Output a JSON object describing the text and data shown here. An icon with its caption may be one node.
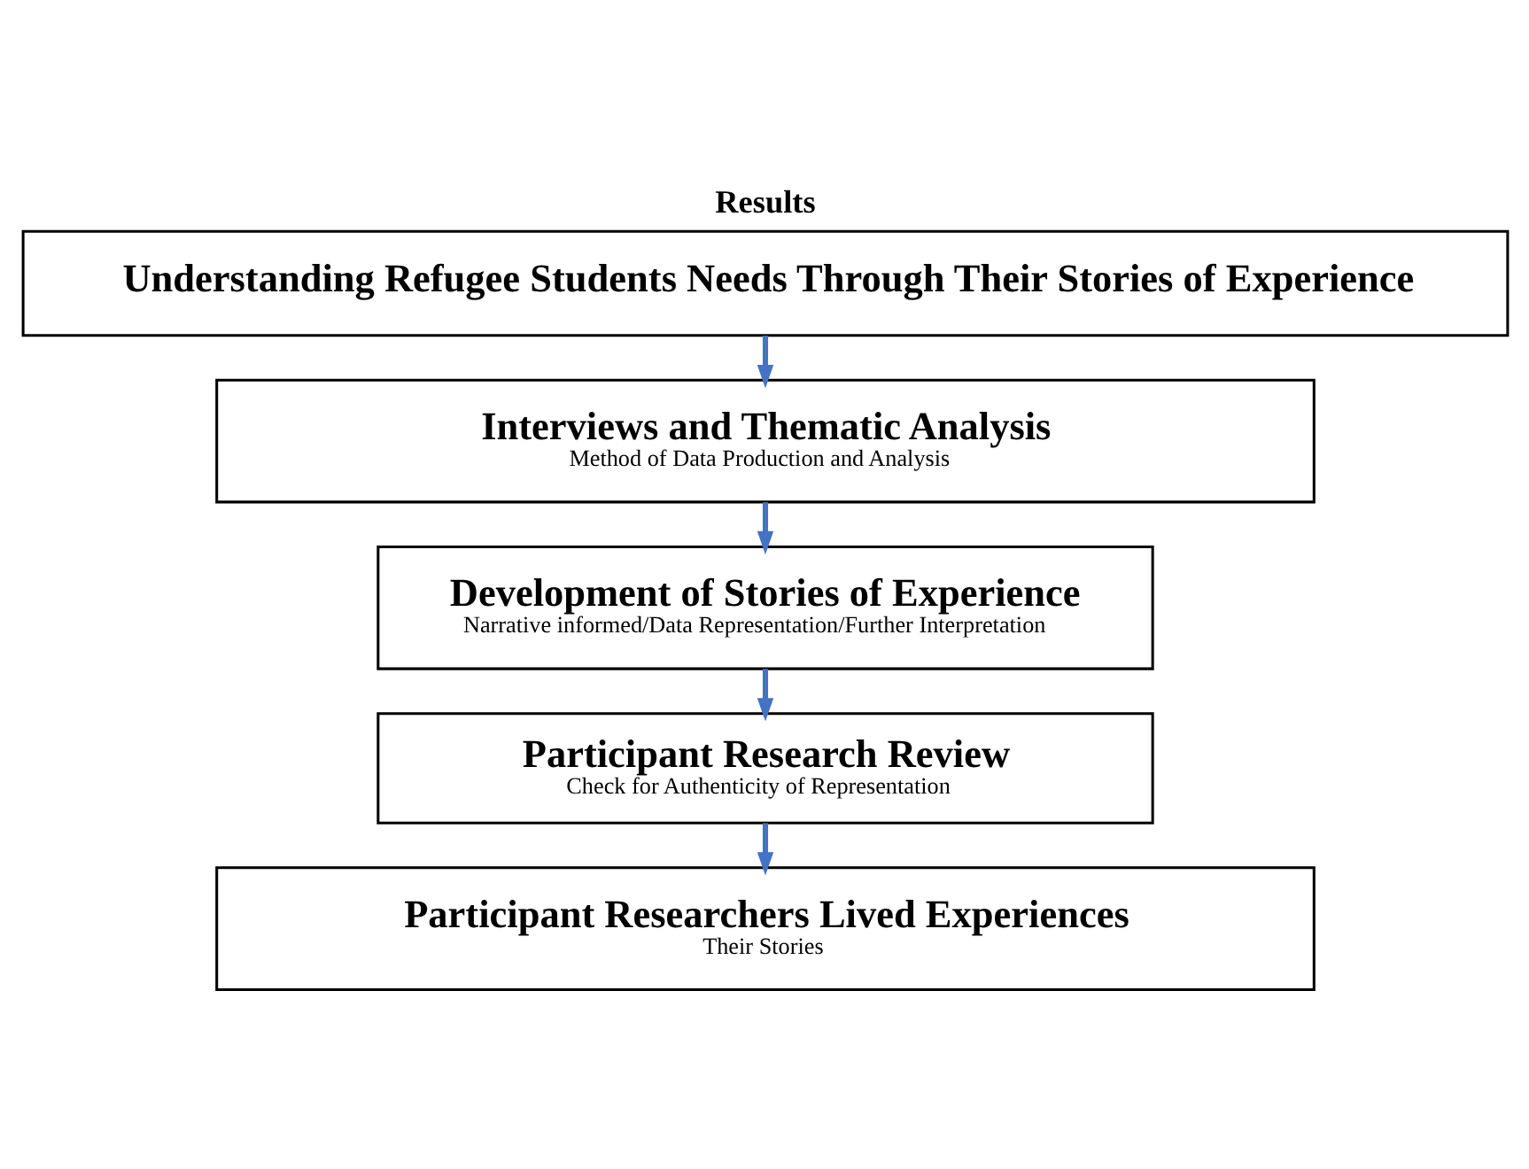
{
  "diagram": {
    "title": "Results",
    "nodes": [
      {
        "text": [
          "Understanding Refugee Students Needs Through Their Stories of Experience"
        ]
      },
      {
        "text": [
          "Interviews and Thematic Analysis",
          "Method of Data Production and Analysis"
        ]
      },
      {
        "text": [
          "Development of Stories of Experience",
          "Narrative informed/Data Representation/Further Interpretation"
        ]
      },
      {
        "text": [
          "Participant Research Review",
          "Check for Authenticity of Representation"
        ]
      },
      {
        "text": [
          "Participant Researchers Lived Experiences",
          "Their Stories"
        ]
      }
    ],
    "edges": [
      {
        "from": 0,
        "to": 1,
        "arrow": "to"
      },
      {
        "from": 1,
        "to": 2,
        "arrow": "to"
      },
      {
        "from": 2,
        "to": 3,
        "arrow": "to"
      },
      {
        "from": 3,
        "to": 4,
        "arrow": "to"
      }
    ]
  }
}
